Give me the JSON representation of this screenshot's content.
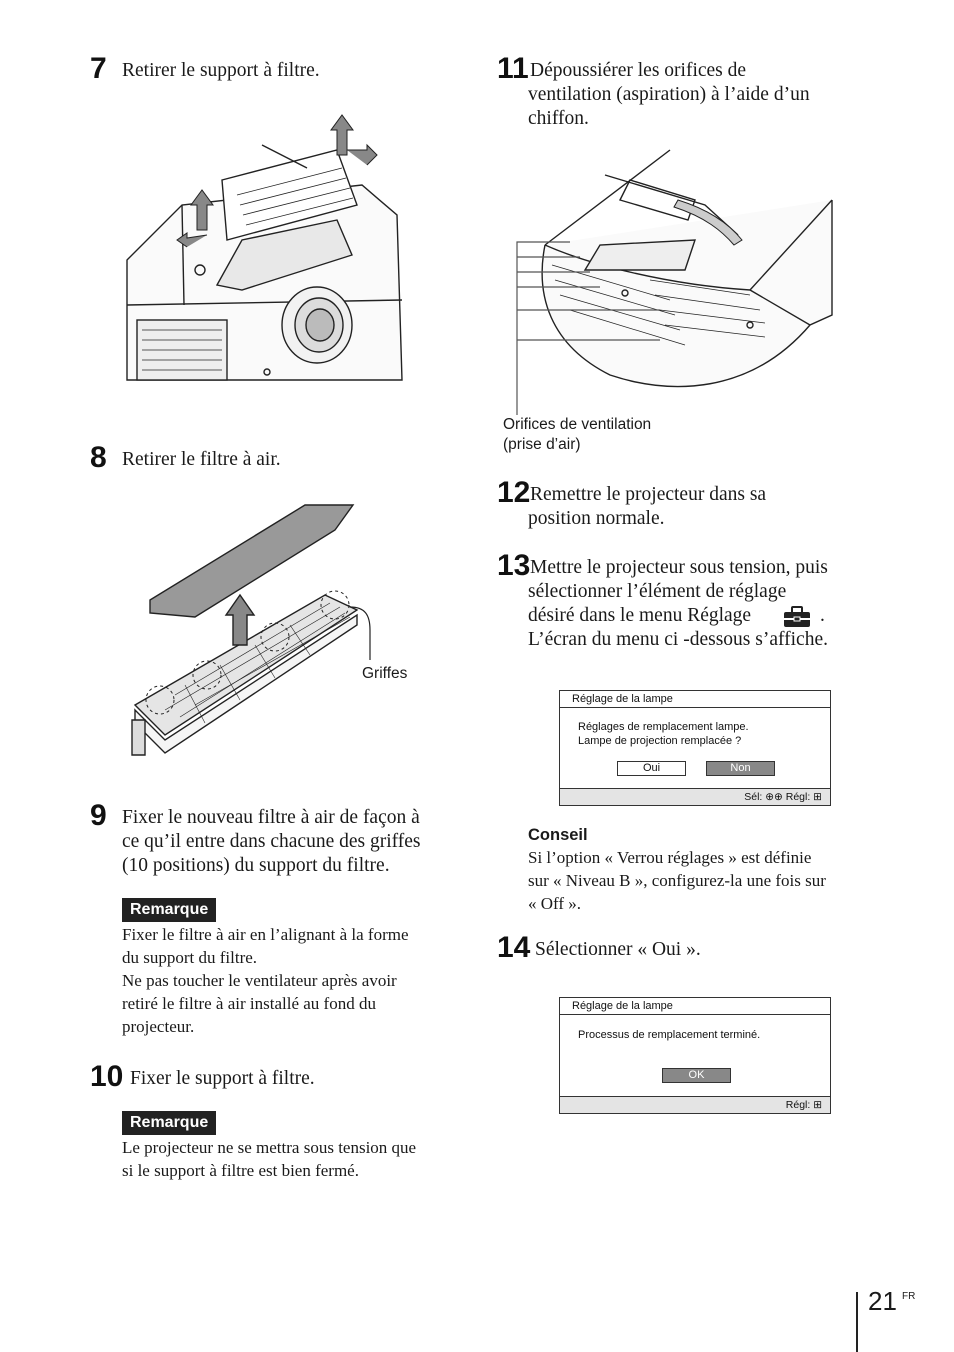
{
  "steps": {
    "s7": {
      "num": "7",
      "text": "Retirer le support à filtre."
    },
    "s8": {
      "num": "8",
      "text": "Retirer le filtre à air."
    },
    "s9": {
      "num": "9",
      "lines": [
        "Fixer le nouveau filtre à air de façon à",
        "ce qu’il entre dans chacune des griffes",
        "(10 positions) du support du filtre."
      ]
    },
    "s10": {
      "num": "10",
      "text": "Fixer le support à filtre."
    },
    "s11": {
      "num": "11",
      "lines": [
        "Dépoussiérer les orifices de",
        "ventilation (aspiration) à l’aide d’un",
        "chiffon."
      ]
    },
    "s12": {
      "num": "12",
      "lines": [
        "Remettre le projecteur dans sa",
        "position normale."
      ]
    },
    "s13": {
      "num": "13",
      "lines": [
        "Mettre le projecteur sous tension, puis",
        "sélectionner l’élément de réglage",
        "désiré dans le menu Réglage",
        ".",
        "L’écran du menu ci -dessous s’affiche."
      ]
    },
    "s14": {
      "num": "14",
      "text": "Sélectionner « Oui »."
    }
  },
  "note1": {
    "badge": "Remarque",
    "lines": [
      "Fixer le filtre à air en l’alignant à la forme",
      "du support du filtre.",
      "Ne pas toucher le ventilateur après avoir",
      "retiré le filtre à air installé au fond du",
      "projecteur."
    ]
  },
  "note2": {
    "badge": "Remarque",
    "lines": [
      "Le projecteur ne se mettra sous tension que",
      "si le support à filtre est bien fermé."
    ]
  },
  "conseil": {
    "title": "Conseil",
    "lines": [
      "Si l’option « Verrou réglages » est définie",
      "sur « Niveau B », configurez-la une fois sur",
      "« Off »."
    ]
  },
  "captions": {
    "griffes": "Griffes",
    "vent_line1": "Orifices de ventilation",
    "vent_line2": "(prise d’air)"
  },
  "screen1": {
    "title": "Réglage de la lampe",
    "line1": "Réglages de remplacement lampe.",
    "line2": "Lampe de projection remplacée ?",
    "btn_oui": "Oui",
    "btn_non": "Non",
    "status": "Sél: ⊕⊕   Régl: ⊞"
  },
  "screen2": {
    "title": "Réglage de la lampe",
    "line1": "Processus de remplacement terminé.",
    "btn_ok": "OK",
    "status": "Régl: ⊞"
  },
  "footer": {
    "page": "21",
    "lang": "FR"
  },
  "icons": {
    "toolbox": "toolbox-icon"
  }
}
